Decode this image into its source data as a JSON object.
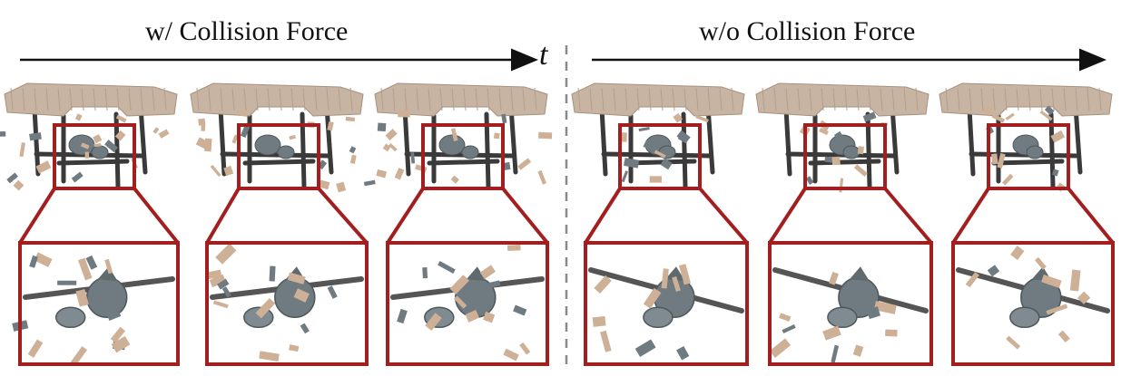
{
  "headers": {
    "left": "w/ Collision Force",
    "right": "w/o Collision Force",
    "time_symbol": "t"
  },
  "colors": {
    "highlight": "#a31f1f",
    "table_top": "#c8b4a3",
    "table_frame": "#3a3a3a",
    "debris": "#cdb096",
    "object_gray": "#6f7b80",
    "divider": "#8a8a8a"
  },
  "panels": [
    {
      "group": "with-collision",
      "index": 1,
      "style": "scattered"
    },
    {
      "group": "with-collision",
      "index": 2,
      "style": "scattered"
    },
    {
      "group": "with-collision",
      "index": 3,
      "style": "scattered"
    },
    {
      "group": "without-collision",
      "index": 1,
      "style": "clumped"
    },
    {
      "group": "without-collision",
      "index": 2,
      "style": "clumped"
    },
    {
      "group": "without-collision",
      "index": 3,
      "style": "clumped"
    }
  ]
}
